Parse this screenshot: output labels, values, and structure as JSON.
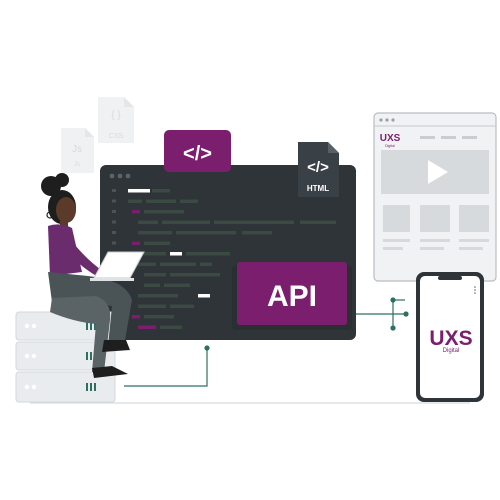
{
  "icons": {
    "code_tag": "</>",
    "html_tag": "</>",
    "html_label": "HTML",
    "css_tag": "{ }",
    "css_label": "CSS",
    "js_tag": "Js",
    "js_label": "Js"
  },
  "editor": {
    "api_label": "API"
  },
  "brand": {
    "logo_text": "UXS",
    "logo_sub": "Digital"
  },
  "colors": {
    "accent": "#7b1e6e",
    "editor_bg": "#2e3437",
    "code_green": "#3b4a42",
    "teal_connector": "#2f6f63",
    "server": "#e9ecee",
    "skin": "#5b3a29"
  }
}
